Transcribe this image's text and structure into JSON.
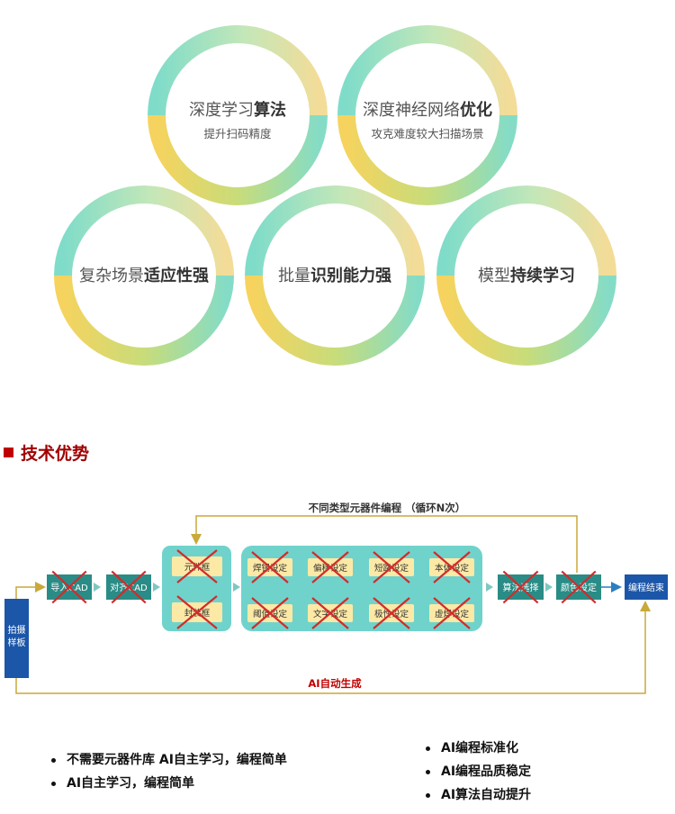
{
  "rings": [
    {
      "title_normal": "深度学习",
      "title_bold": "算法",
      "subtitle": "提升扫码精度"
    },
    {
      "title_normal": "深度神经网络",
      "title_bold": "优化",
      "subtitle": "攻克难度较大扫描场景"
    },
    {
      "title_normal": "复杂场景",
      "title_bold": "适应性强",
      "subtitle": ""
    },
    {
      "title_normal": "批量",
      "title_bold": "识别能力强",
      "subtitle": ""
    },
    {
      "title_normal": "模型",
      "title_bold": "持续学习",
      "subtitle": ""
    }
  ],
  "section": {
    "title": "技术优势",
    "accent": "#c00000"
  },
  "flow": {
    "loop_label": "不同类型元器件编程 （循环N次）",
    "bottom_label": "AI自动生成",
    "start": "拍摄样板",
    "end": "编程结束",
    "steps": [
      "导入CAD",
      "对齐CAD",
      "算法选择",
      "颜色设定"
    ],
    "group1": [
      "元件框",
      "封装框"
    ],
    "group2": [
      "焊锡设定",
      "偏移设定",
      "短路设定",
      "本体设定",
      "阈值设定",
      "文字设定",
      "极性设定",
      "虚焊设定"
    ],
    "colors": {
      "teal_node": "#2a8c86",
      "panel": "#6fd3cc",
      "chip": "#fde9a6",
      "blue_node": "#1c56a8",
      "line": "#c8a93a",
      "cross": "#d42a2a"
    }
  },
  "bullets_left": [
    "不需要元器件库 AI自主学习，编程简单",
    "AI自主学习，编程简单"
  ],
  "bullets_right": [
    "AI编程标准化",
    "AI编程品质稳定",
    "AI算法自动提升"
  ]
}
